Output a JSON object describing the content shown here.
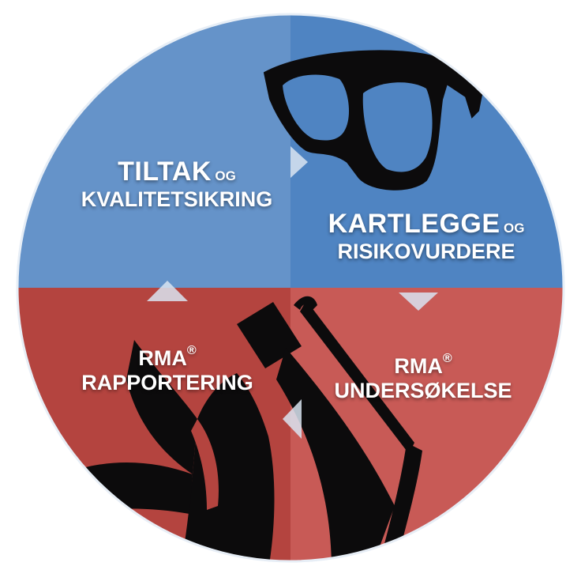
{
  "colors": {
    "top_left": "#6593c9",
    "top_right": "#4f84c2",
    "bottom_left": "#b4443f",
    "bottom_right": "#c85a56",
    "arrow": "#d9e4f1",
    "silhouette": "#0c0b0c",
    "text": "#ffffff"
  },
  "quadrants": {
    "top_left": {
      "title": "TILTAK",
      "suffix": "OG",
      "subtitle": "KVALITETSIKRING"
    },
    "top_right": {
      "title": "KARTLEGGE",
      "suffix": "OG",
      "subtitle": "RISIKOVURDERE"
    },
    "bottom_right": {
      "title": "RMA",
      "mark": "®",
      "subtitle": "UNDERSØKELSE"
    },
    "bottom_left": {
      "title": "RMA",
      "mark": "®",
      "subtitle": "RAPPORTERING"
    }
  },
  "icons": {
    "top_right": "eyeglasses-icon",
    "bottom": "clipboard-binder-clip-icon"
  }
}
